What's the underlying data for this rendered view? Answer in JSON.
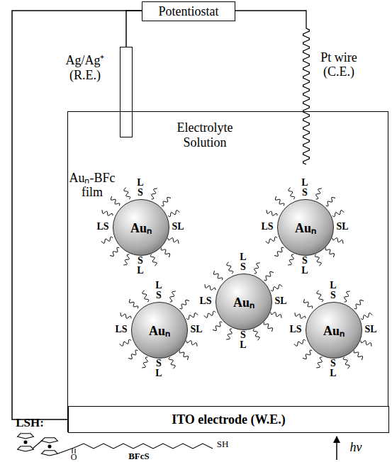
{
  "diagram": {
    "nodes": [
      {
        "text": [
          "Potentiostat"
        ]
      },
      {
        "text": [
          "Ag/Ag⁺ (R.E.)"
        ]
      },
      {
        "text": [
          "Electrolyte Solution"
        ]
      },
      {
        "text": [
          "Auₙ"
        ],
        "in": 2
      },
      {
        "text": [
          "Auₙ"
        ],
        "in": 2
      },
      {
        "text": [
          "Auₙ"
        ],
        "in": 2
      },
      {
        "text": [
          "Auₙ"
        ],
        "in": 2
      },
      {
        "text": [
          "Auₙ"
        ],
        "in": 2
      },
      {
        "text": [
          "ITO electrode (W.E.)"
        ],
        "in": 2
      }
    ],
    "edges": [
      {
        "from": 0,
        "to": 1,
        "arrow": "none"
      },
      {
        "from": 0,
        "to": 8,
        "arrow": "none"
      }
    ],
    "labels": [
      "Pt wire (C.E.)",
      "Auₙ-BFc film",
      "L",
      "S",
      "LS",
      "SL",
      "S",
      "L",
      "L",
      "S",
      "LS",
      "SL",
      "S",
      "L",
      "L",
      "S",
      "LS",
      "SL",
      "S",
      "L",
      "L",
      "S",
      "LS",
      "SL",
      "S",
      "L",
      "L",
      "S",
      "LS",
      "SL",
      "S",
      "L",
      "LSH:",
      "O",
      "SH",
      "BFcS",
      "hν"
    ]
  }
}
